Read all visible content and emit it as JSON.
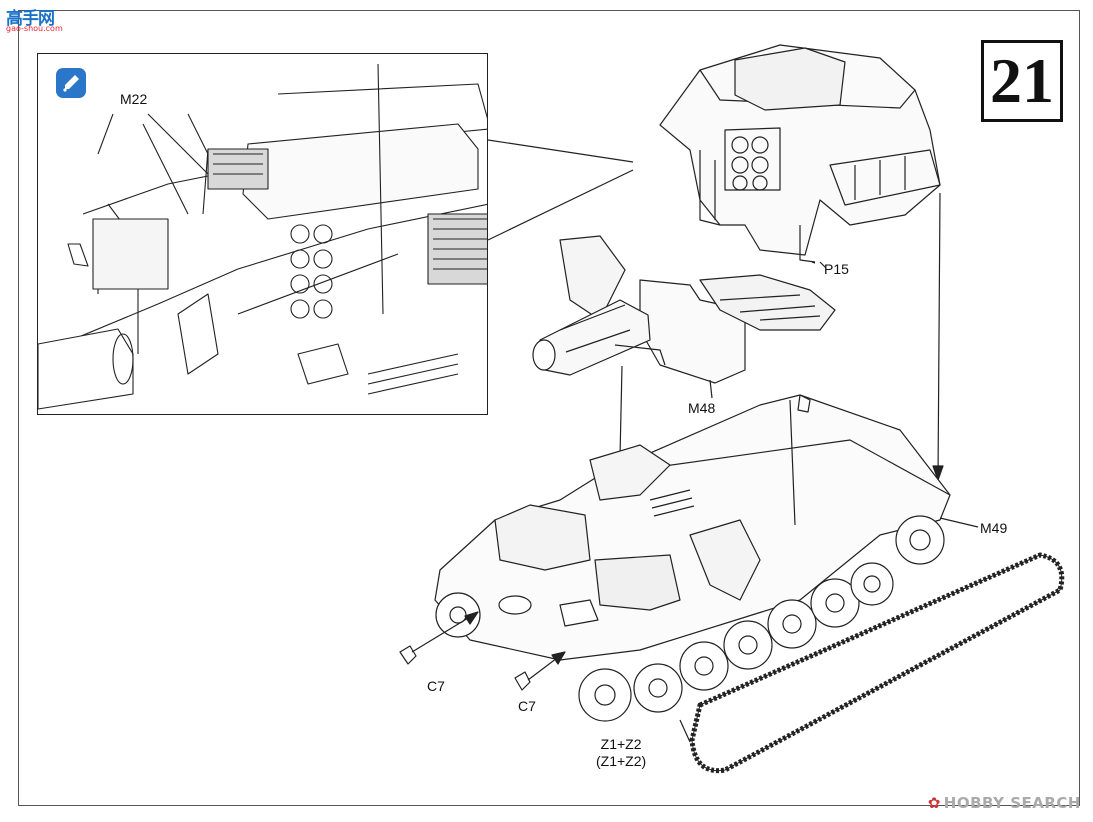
{
  "logo": {
    "brand_cn": "高手网",
    "url": "gao-shou.com"
  },
  "step": {
    "number": "21"
  },
  "callouts": {
    "m22": "M22",
    "p15": "P15",
    "m48": "M48",
    "m49": "M49",
    "c7_left": "C7",
    "c7_right": "C7",
    "z_line1": "Z1+Z2",
    "z_line2": "(Z1+Z2)"
  },
  "watermark": {
    "text": "HOBBY SEARCH"
  },
  "icons": {
    "caution": "caution-pen-icon"
  },
  "colors": {
    "line": "#222222",
    "accent": "#2a76c9"
  }
}
